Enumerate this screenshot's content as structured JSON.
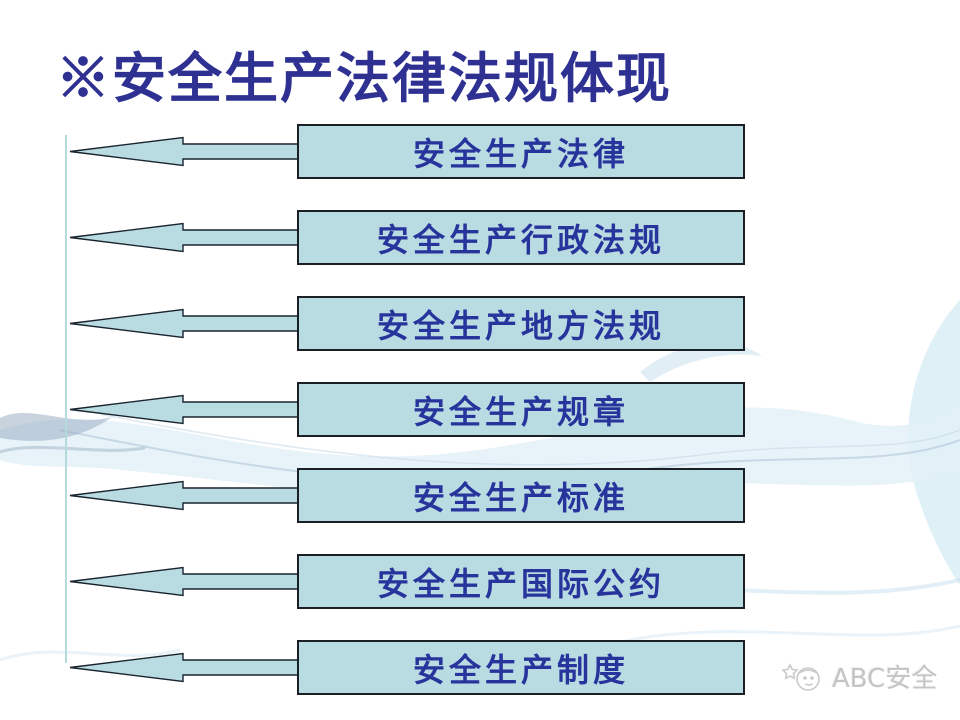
{
  "slide": {
    "title": "※安全生产法律法规体现",
    "watermark_text": "ABC安全"
  },
  "bars": [
    {
      "label": "安全生产法律"
    },
    {
      "label": "安全生产行政法规"
    },
    {
      "label": "安全生产地方法规"
    },
    {
      "label": "安全生产规章"
    },
    {
      "label": "安全生产标准"
    },
    {
      "label": "安全生产国际公约"
    },
    {
      "label": "安全生产制度"
    }
  ],
  "icons": {
    "arrow": "left-arrow-icon",
    "logo": "abc-safety-mascot-icon"
  },
  "colors": {
    "title_text": "#2e3192",
    "bar_text": "#26349c",
    "bar_fill": "#b9dce2",
    "bar_border": "#1a1f26",
    "guide_line": "#b5dade",
    "background": "#ffffff",
    "water_tint": "#dcecf6",
    "watermark_gray": "#c4c4c4"
  }
}
